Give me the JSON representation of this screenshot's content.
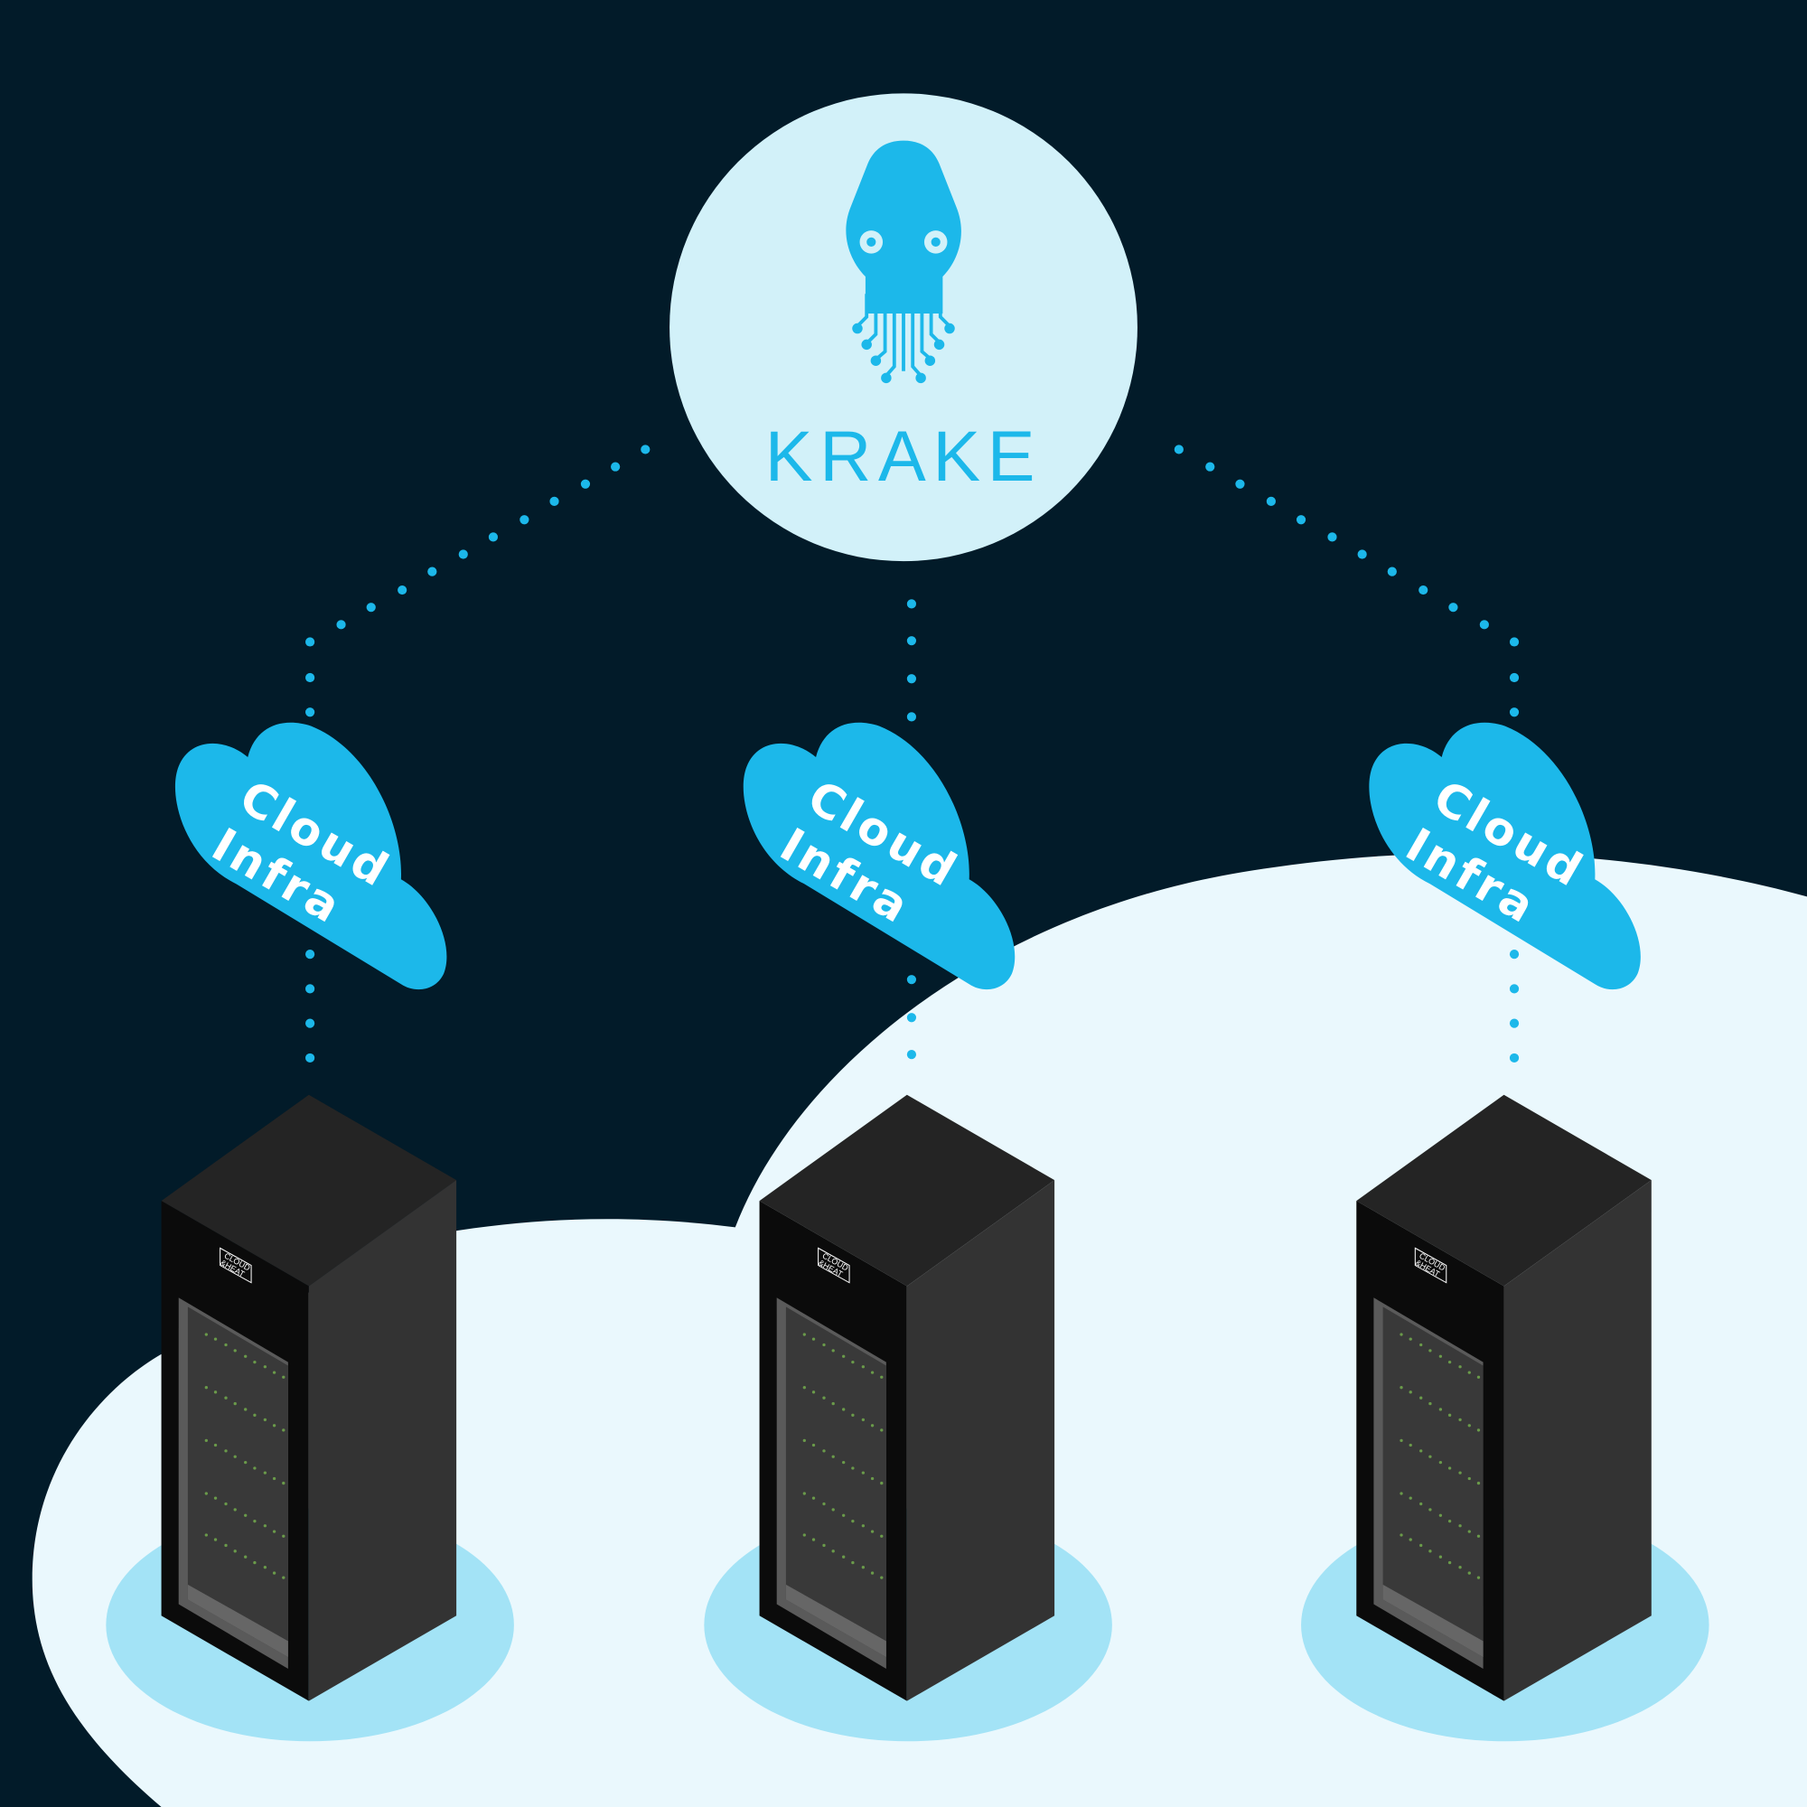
{
  "hub": {
    "label": "KRAKE",
    "icon": "squid-circuit-icon"
  },
  "clouds": [
    {
      "line1": "Cloud",
      "line2": "Infra"
    },
    {
      "line1": "Cloud",
      "line2": "Infra"
    },
    {
      "line1": "Cloud",
      "line2": "Infra"
    }
  ],
  "servers": [
    {
      "logo_line1": "CLOUD",
      "logo_line2": "&HEAT"
    },
    {
      "logo_line1": "CLOUD",
      "logo_line2": "&HEAT"
    },
    {
      "logo_line1": "CLOUD",
      "logo_line2": "&HEAT"
    }
  ],
  "colors": {
    "background": "#021b29",
    "accent": "#1cb8ea",
    "hub_fill": "#d2f1f9",
    "ground": "#eaf8fd",
    "shadow": "#a3e3f6"
  }
}
